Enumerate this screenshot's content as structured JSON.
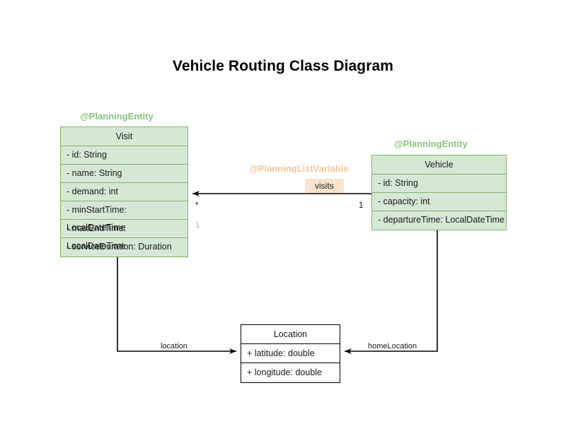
{
  "title": "Vehicle Routing Class Diagram",
  "colors": {
    "entity_fill": "#d5e8d4",
    "entity_stroke": "#82b366",
    "plain_fill": "#ffffff",
    "plain_stroke": "#000000",
    "annotation_green": "#8cc47c",
    "annotation_orange": "#f6c79a",
    "label_box_fill": "#fae3cc",
    "edge_stroke": "#000000",
    "muted_multiplicity": "#c9a8d4",
    "background": "#ffffff"
  },
  "classes": [
    {
      "id": "visit",
      "annotation": "@PlanningEntity",
      "name": "Visit",
      "attributes": [
        "- id: String",
        "- name: String",
        "- demand: int",
        "- minStartTime: LocalDateTime",
        "- maxEndTime: LocalDateTime",
        "- serviceDuration: Duration"
      ]
    },
    {
      "id": "vehicle",
      "annotation": "@PlanningEntity",
      "name": "Vehicle",
      "attributes": [
        "- id: String",
        "- capacity: int",
        "- departureTime: LocalDateTime"
      ]
    },
    {
      "id": "location",
      "annotation": "",
      "name": "Location",
      "attributes": [
        "+ latitude: double",
        "+ longitude: double"
      ]
    }
  ],
  "relationships": [
    {
      "id": "visits",
      "annotation": "@PlanningListVariable",
      "label": "visits",
      "source": "Vehicle",
      "target": "Visit",
      "source_multiplicity": "1",
      "target_multiplicity": "*",
      "target_multiplicity_secondary": "1"
    },
    {
      "id": "location",
      "label": "location",
      "source": "Visit",
      "target": "Location"
    },
    {
      "id": "home-location",
      "label": "homeLocation",
      "source": "Vehicle",
      "target": "Location"
    }
  ]
}
